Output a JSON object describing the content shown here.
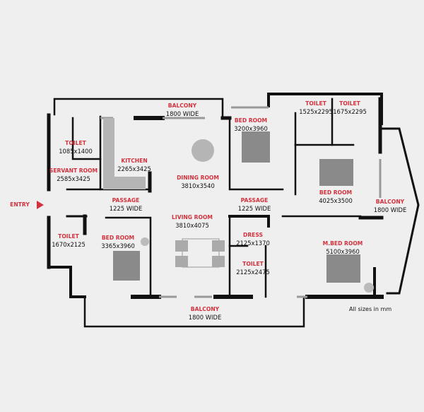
{
  "colors": {
    "label_red": "#d3313d",
    "wall": "#111111",
    "furniture": "#8a8a8a",
    "background": "#efefef"
  },
  "entry": {
    "label": "ENTRY",
    "icon": "entry-arrow-icon"
  },
  "rooms": [
    {
      "name": "BALCONY",
      "size": "1800 WIDE"
    },
    {
      "name": "TOILET",
      "size": "1085x1400"
    },
    {
      "name": "SERVANT ROOM",
      "size": "2585x3425"
    },
    {
      "name": "KITCHEN",
      "size": "2265x3425"
    },
    {
      "name": "DINING ROOM",
      "size": "3810x3540"
    },
    {
      "name": "BED ROOM",
      "size": "3200x3960"
    },
    {
      "name": "TOILET",
      "size": "1525x2295"
    },
    {
      "name": "TOILET",
      "size": "1675x2295"
    },
    {
      "name": "BED ROOM",
      "size": "4025x3500"
    },
    {
      "name": "BALCONY",
      "size": "1800 WIDE"
    },
    {
      "name": "PASSAGE",
      "size": "1225 WIDE"
    },
    {
      "name": "PASSAGE",
      "size": "1225 WIDE"
    },
    {
      "name": "TOILET",
      "size": "1670x2125"
    },
    {
      "name": "BED ROOM",
      "size": "3365x3960"
    },
    {
      "name": "LIVING ROOM",
      "size": "3810x4075"
    },
    {
      "name": "DRESS",
      "size": "2125x1370"
    },
    {
      "name": "TOILET",
      "size": "2125x2475"
    },
    {
      "name": "M.BED ROOM",
      "size": "5100x3960"
    },
    {
      "name": "BALCONY",
      "size": "1800 WIDE"
    }
  ],
  "note": "All sizes in mm"
}
